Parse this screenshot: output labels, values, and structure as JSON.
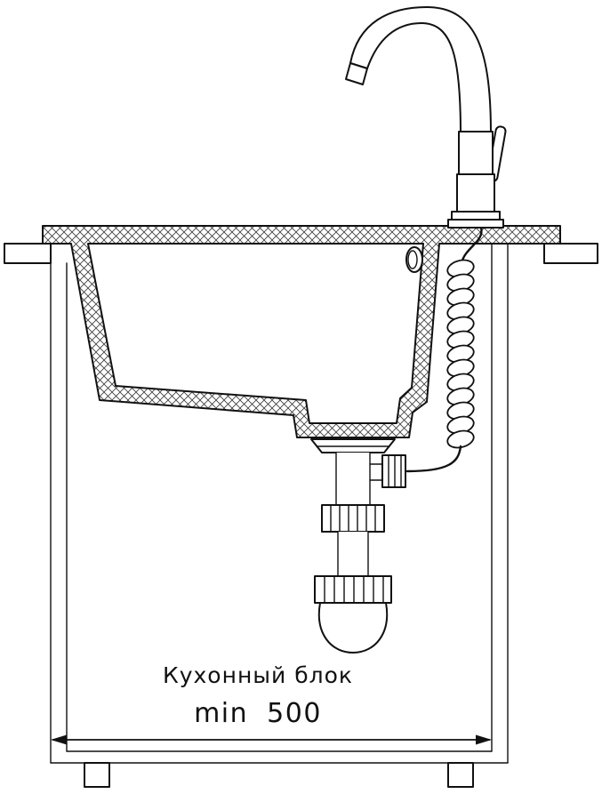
{
  "labels": {
    "cabinet_label": "Кухонный блок",
    "dimension_label": "min 500"
  },
  "diagram": {
    "type": "technical-section-drawing",
    "subject": "kitchen-sink-installation",
    "parts": [
      "faucet",
      "flexible-supply-hose",
      "sink-basin",
      "overflow-hole",
      "countertop",
      "cabinet",
      "drain-flange",
      "siphon-trap",
      "dimension-line"
    ],
    "dimension_min_width": "min 500"
  },
  "colors": {
    "line": "#111111",
    "hatch": "#3a3a3a",
    "background": "#ffffff"
  }
}
